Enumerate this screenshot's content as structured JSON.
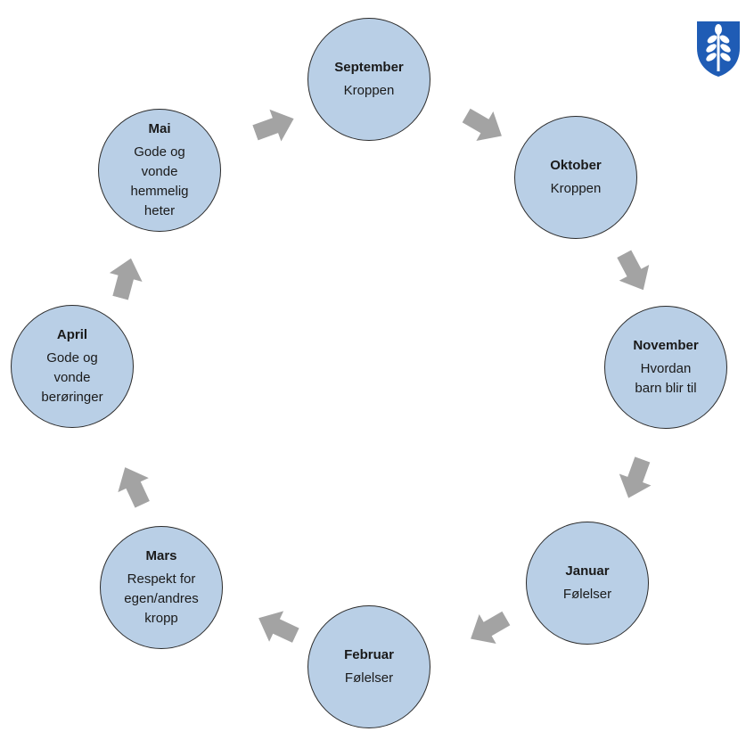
{
  "colors": {
    "circle_fill": "#b9cfe6",
    "circle_border": "#2b2b2b",
    "arrow": "#a3a3a3",
    "logo_blue": "#1f5cb5"
  },
  "logo": {
    "icon": "wheat-shield-icon"
  },
  "cycle": [
    {
      "month": "September",
      "topic": "Kroppen"
    },
    {
      "month": "Oktober",
      "topic": "Kroppen"
    },
    {
      "month": "November",
      "topic": "Hvordan\nbarn blir til"
    },
    {
      "month": "Januar",
      "topic": "Følelser"
    },
    {
      "month": "Februar",
      "topic": "Følelser"
    },
    {
      "month": "Mars",
      "topic": "Respekt for\negen/andres\nkropp"
    },
    {
      "month": "April",
      "topic": "Gode og\nvonde\nberøringer"
    },
    {
      "month": "Mai",
      "topic": "Gode og\nvonde\nhemmelig\nheter"
    }
  ]
}
